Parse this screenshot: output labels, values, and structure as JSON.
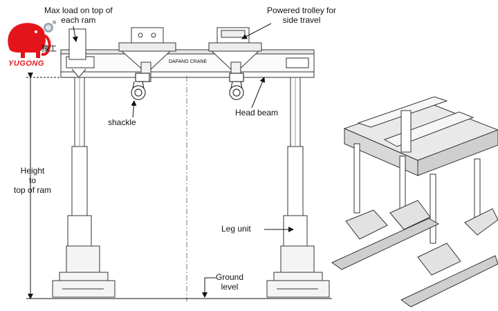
{
  "logo": {
    "brand": "YUGONG",
    "chinese": "豫工",
    "registered": "®",
    "brand_color": "#e4141b"
  },
  "beam_brand": "DAFANG CRANE",
  "labels": {
    "max_load": [
      "Max load on top of",
      "each ram"
    ],
    "powered_trolley": [
      "Powered trolley for",
      "side travel"
    ],
    "shackle": "shackle",
    "head_beam": "Head beam",
    "height": [
      "Height",
      "to",
      "top of ram"
    ],
    "leg_unit": "Leg unit",
    "ground_level": [
      "Ground",
      "level"
    ]
  }
}
